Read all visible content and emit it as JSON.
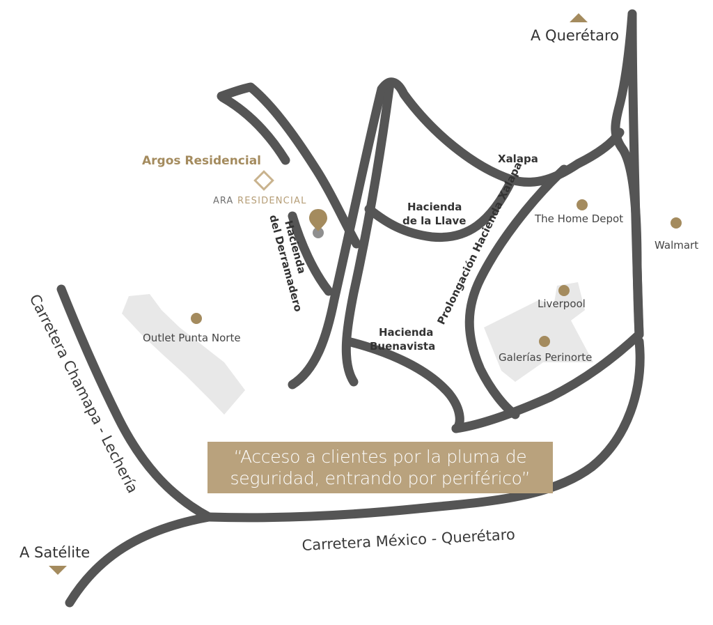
{
  "directions": {
    "queretaro": "A Querétaro",
    "satelite": "A Satélite"
  },
  "highways": {
    "chamapa": "Carretera Chamapa - Lechería",
    "mexico_queretaro": "Carretera México - Querétaro"
  },
  "streets": {
    "xalapa": "Xalapa",
    "hacienda_llave_1": "Hacienda",
    "hacienda_llave_2": "de la Llave",
    "prolongacion": "Prolongación Hacienda Xalapa",
    "derramadero_1": "Hacienda",
    "derramadero_2": "del Derramadero",
    "buenavista_1": "Hacienda",
    "buenavista_2": "Buenavista"
  },
  "places": {
    "home_depot": "The Home Depot",
    "walmart": "Walmart",
    "liverpool": "Liverpool",
    "galerias": "Galerías Perinorte",
    "outlet": "Outlet Punta Norte"
  },
  "brand": {
    "title": "Argos Residencial",
    "logo_ara": "ARA",
    "logo_residencial": "RESIDENCIAL"
  },
  "note": {
    "line1": "“Acceso a clientes por la pluma de",
    "line2": "seguridad, entrando por periférico”"
  },
  "colors": {
    "road": "#555555",
    "accent": "#b9a27d",
    "marker": "#a48b5e",
    "zone": "#e8e8e8"
  },
  "icons": {
    "location_pin": "location-pin-icon",
    "poi_dot": "poi-dot-icon",
    "direction_up": "triangle-up-icon",
    "direction_down": "triangle-down-icon",
    "logo": "diamond-logo-icon"
  }
}
